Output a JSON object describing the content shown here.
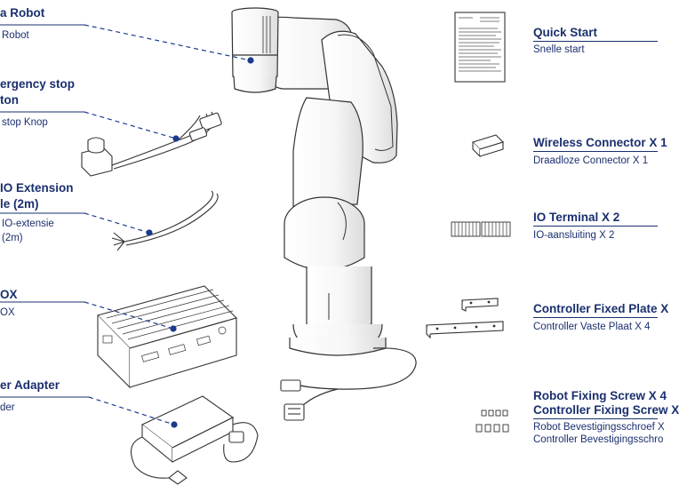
{
  "left_items": [
    {
      "title_lines": [
        "a Robot"
      ],
      "subtitle_lines": [
        "Robot"
      ]
    },
    {
      "title_lines": [
        "ergency stop",
        "ton"
      ],
      "subtitle_lines": [
        "stop Knop"
      ]
    },
    {
      "title_lines": [
        "IO Extension",
        "le (2m)"
      ],
      "subtitle_lines": [
        "IO-extensie",
        "(2m)"
      ]
    },
    {
      "title_lines": [
        "OX"
      ],
      "subtitle_lines": [
        "OX"
      ]
    },
    {
      "title_lines": [
        "er Adapter"
      ],
      "subtitle_lines": [
        "der"
      ]
    }
  ],
  "right_items": [
    {
      "title_lines": [
        "Quick Start"
      ],
      "subtitle_lines": [
        "Snelle start"
      ]
    },
    {
      "title_lines": [
        "Wireless Connector X 1"
      ],
      "subtitle_lines": [
        "Draadloze Connector X 1"
      ]
    },
    {
      "title_lines": [
        "IO Terminal X 2"
      ],
      "subtitle_lines": [
        "IO-aansluiting X 2"
      ]
    },
    {
      "title_lines": [
        "Controller Fixed Plate X"
      ],
      "subtitle_lines": [
        "Controller Vaste Plaat X 4"
      ]
    },
    {
      "title_lines": [
        "Robot Fixing Screw X 4",
        "Controller Fixing Screw X"
      ],
      "subtitle_lines": [
        "Robot Bevestigingsschroef X",
        "Controller Bevestigingsschro"
      ]
    }
  ],
  "colors": {
    "label": "#1a2f6e",
    "marker": "#1a3a8c",
    "line_art": "#333333"
  }
}
